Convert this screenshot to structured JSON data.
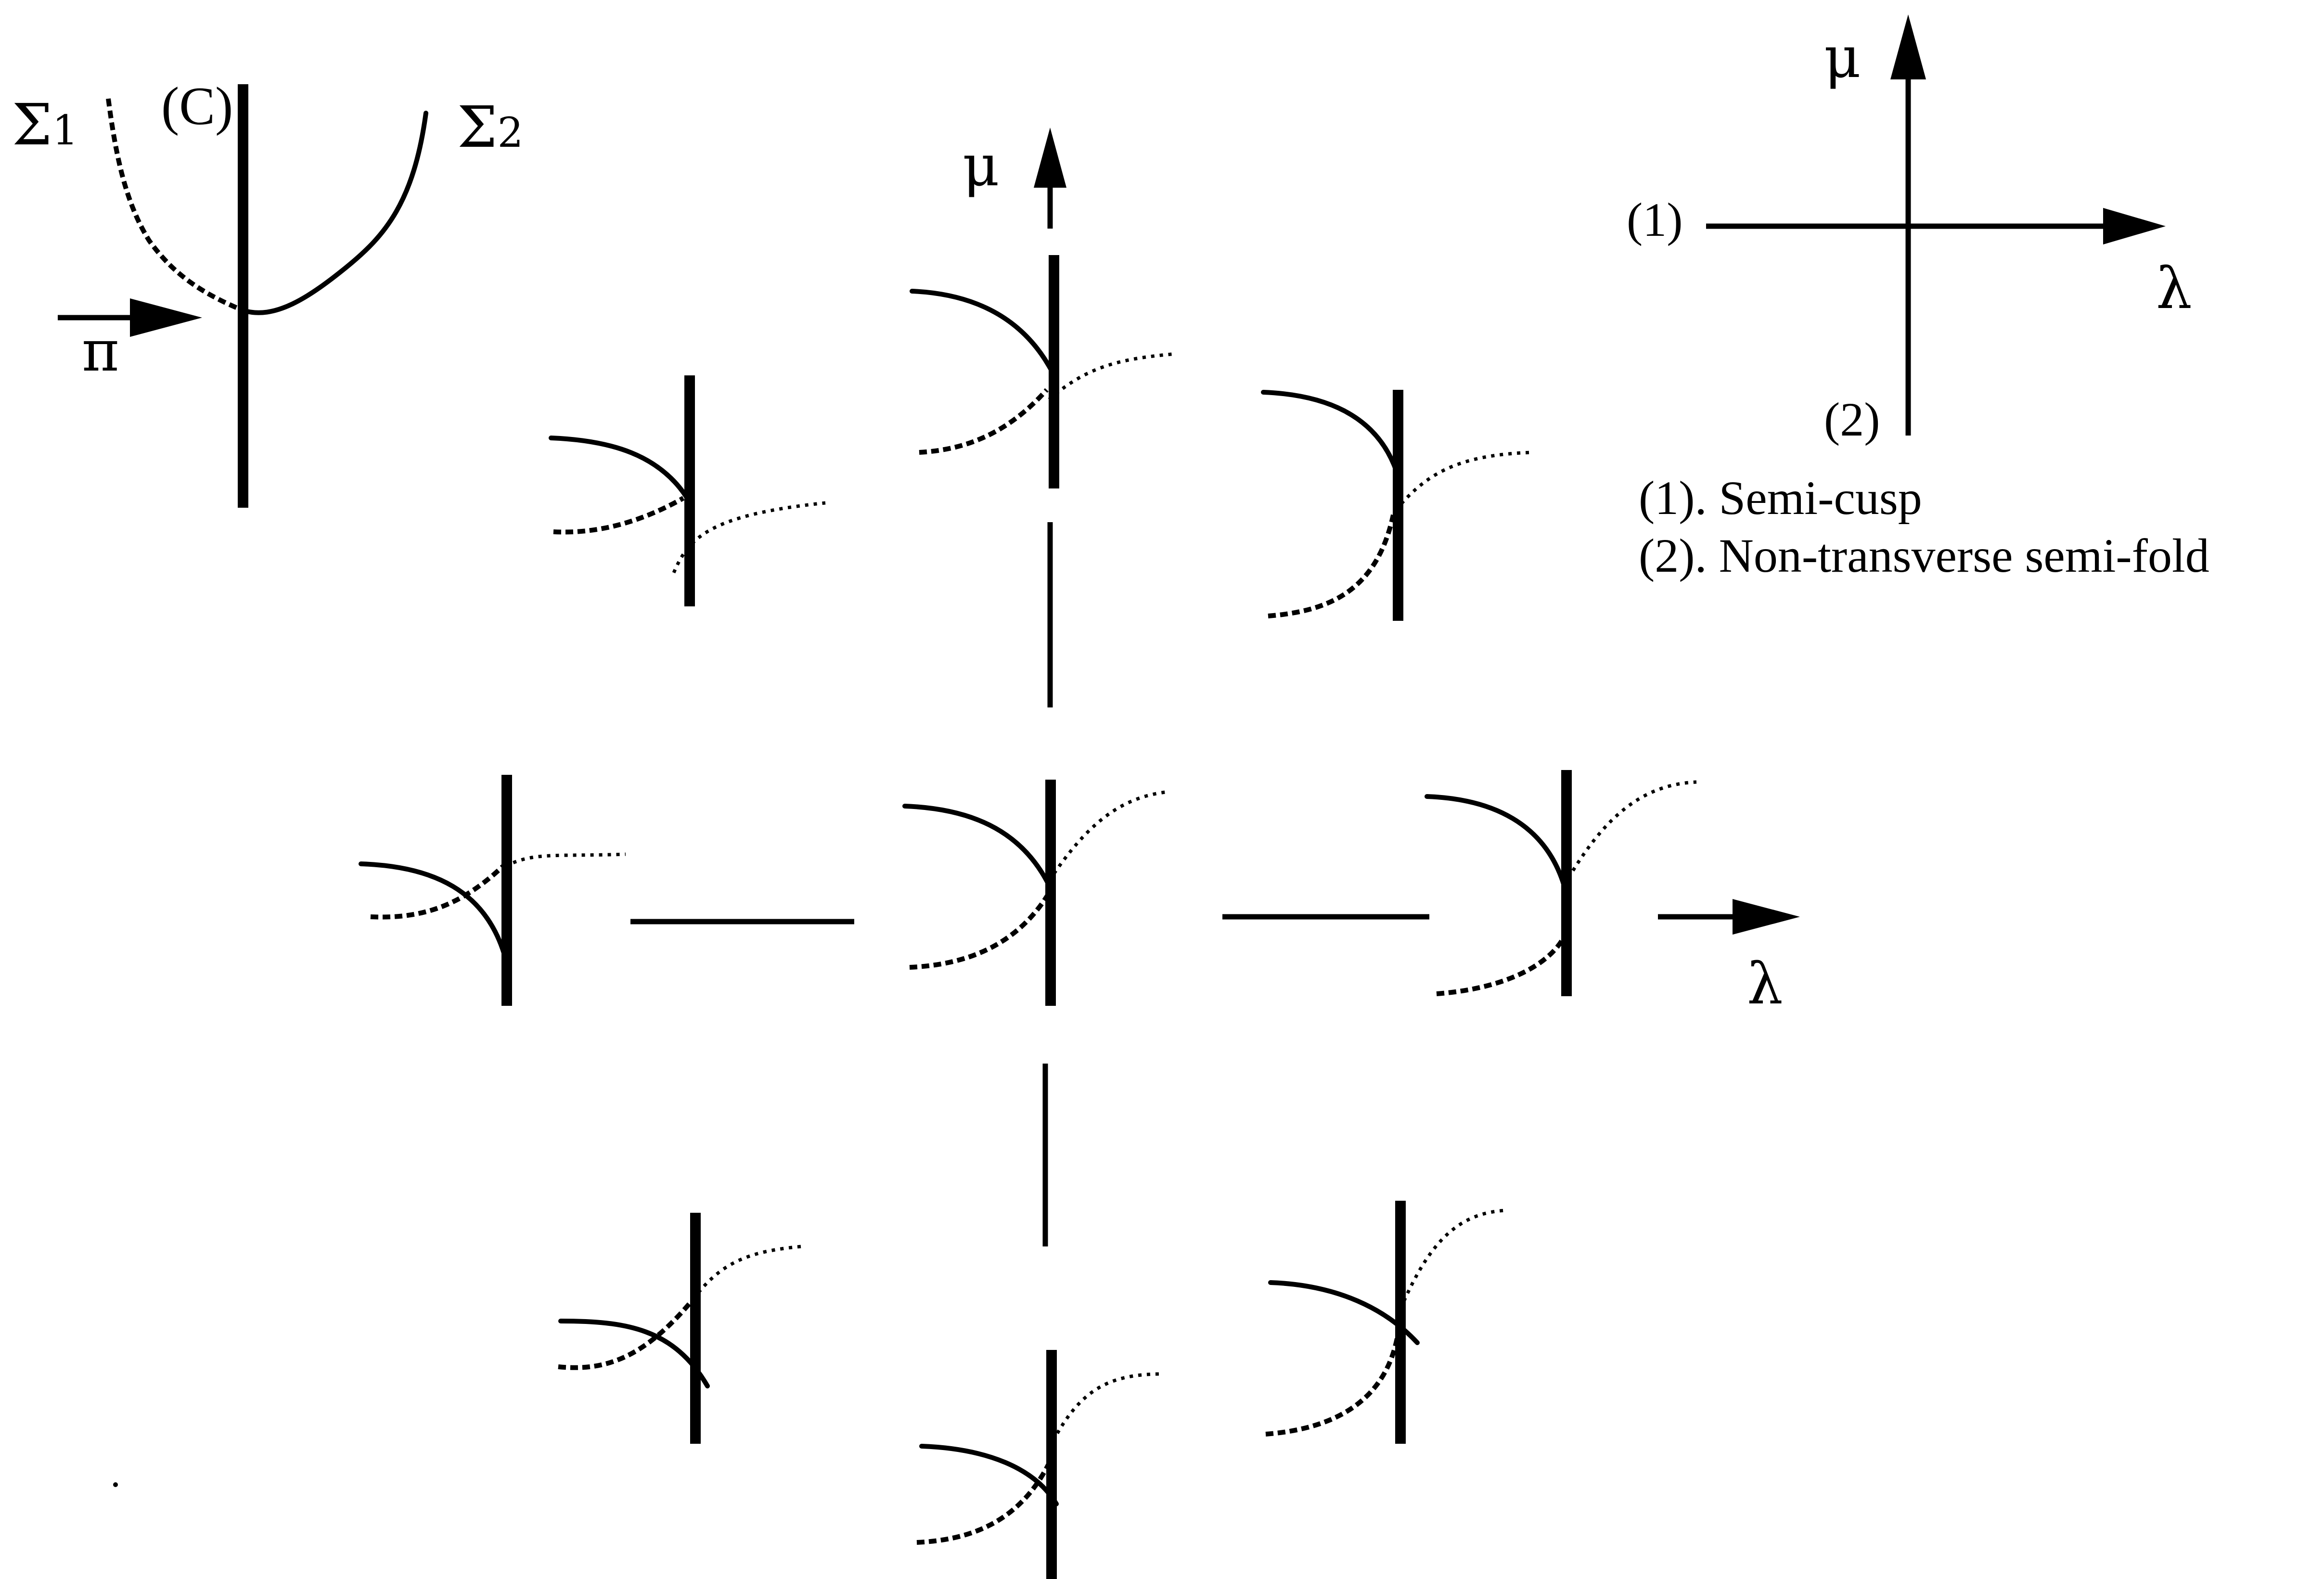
{
  "labels": {
    "sigma1_char": "Σ",
    "sigma1_sub": "1",
    "sigma2_char": "Σ",
    "sigma2_sub": "2",
    "c_label": "(C)",
    "pi_label": "π",
    "mu_label": "μ",
    "lambda_label": "λ"
  },
  "key": {
    "mu_label": "μ",
    "lambda_label": "λ",
    "point1": "(1)",
    "point2": "(2)",
    "legend": [
      "(1).  Semi-cusp",
      "(2).  Non-transverse semi-fold"
    ]
  },
  "colors": {
    "ink": "#000000",
    "background": "#ffffff"
  }
}
